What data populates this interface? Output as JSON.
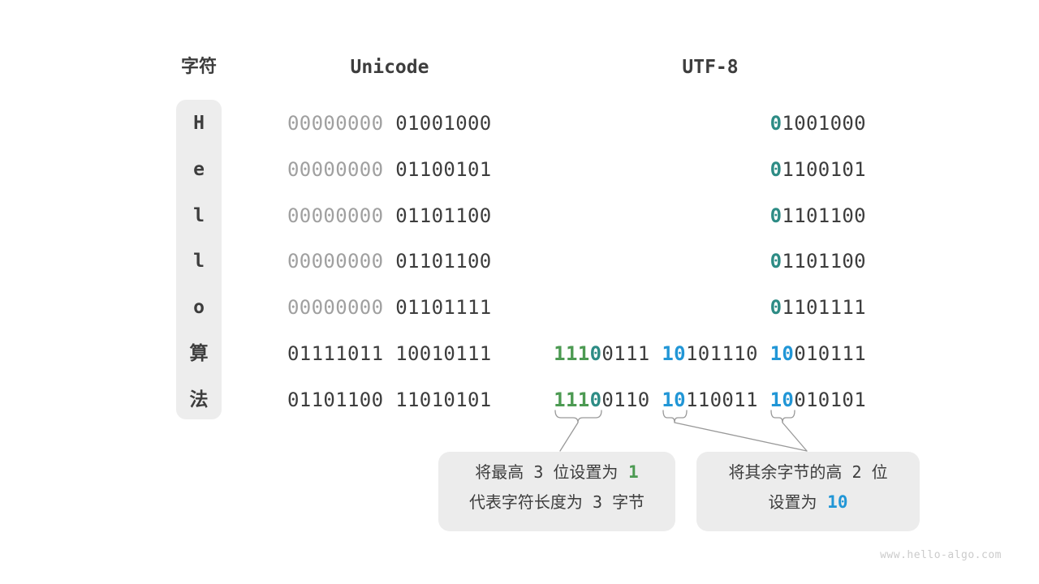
{
  "palette": {
    "dark": "#3d3d3d",
    "gray": "#a0a0a0",
    "green": "#4c9a52",
    "teal": "#2d8c85",
    "blue": "#2196d6",
    "box_bg": "#ececec",
    "col_bg": "#ededed",
    "line": "#999999",
    "watermark": "#cbcbcb"
  },
  "header": {
    "char_label": "字符",
    "unicode_label": "Unicode",
    "utf8_label": "UTF-8"
  },
  "rows": [
    {
      "char": "H",
      "unicode": [
        {
          "t": "00000000",
          "c": "gray"
        },
        {
          "t": " 01001000",
          "c": "dark"
        }
      ],
      "utf8": [
        {
          "t": "0",
          "c": "teal"
        },
        {
          "t": "1001000",
          "c": "dark"
        }
      ]
    },
    {
      "char": "e",
      "unicode": [
        {
          "t": "00000000",
          "c": "gray"
        },
        {
          "t": " 01100101",
          "c": "dark"
        }
      ],
      "utf8": [
        {
          "t": "0",
          "c": "teal"
        },
        {
          "t": "1100101",
          "c": "dark"
        }
      ]
    },
    {
      "char": "l",
      "unicode": [
        {
          "t": "00000000",
          "c": "gray"
        },
        {
          "t": " 01101100",
          "c": "dark"
        }
      ],
      "utf8": [
        {
          "t": "0",
          "c": "teal"
        },
        {
          "t": "1101100",
          "c": "dark"
        }
      ]
    },
    {
      "char": "l",
      "unicode": [
        {
          "t": "00000000",
          "c": "gray"
        },
        {
          "t": " 01101100",
          "c": "dark"
        }
      ],
      "utf8": [
        {
          "t": "0",
          "c": "teal"
        },
        {
          "t": "1101100",
          "c": "dark"
        }
      ]
    },
    {
      "char": "o",
      "unicode": [
        {
          "t": "00000000",
          "c": "gray"
        },
        {
          "t": " 01101111",
          "c": "dark"
        }
      ],
      "utf8": [
        {
          "t": "0",
          "c": "teal"
        },
        {
          "t": "1101111",
          "c": "dark"
        }
      ]
    },
    {
      "char": "算",
      "unicode": [
        {
          "t": "01111011 10010111",
          "c": "dark"
        }
      ],
      "utf8": [
        {
          "t": "111",
          "c": "green"
        },
        {
          "t": "0",
          "c": "teal"
        },
        {
          "t": "0111 ",
          "c": "dark"
        },
        {
          "t": "10",
          "c": "blue"
        },
        {
          "t": "101110 ",
          "c": "dark"
        },
        {
          "t": "10",
          "c": "blue"
        },
        {
          "t": "010111",
          "c": "dark"
        }
      ]
    },
    {
      "char": "法",
      "unicode": [
        {
          "t": "01101100 11010101",
          "c": "dark"
        }
      ],
      "utf8": [
        {
          "t": "111",
          "c": "green"
        },
        {
          "t": "0",
          "c": "teal"
        },
        {
          "t": "0110 ",
          "c": "dark"
        },
        {
          "t": "10",
          "c": "blue"
        },
        {
          "t": "110011 ",
          "c": "dark"
        },
        {
          "t": "10",
          "c": "blue"
        },
        {
          "t": "010101",
          "c": "dark"
        }
      ]
    }
  ],
  "notes": {
    "left": {
      "line1": [
        {
          "t": "将最高",
          "c": "txt"
        },
        {
          "t": " 3 ",
          "c": "num"
        },
        {
          "t": "位设置为",
          "c": "txt"
        },
        {
          "t": " 1",
          "c": "green"
        }
      ],
      "line2": [
        {
          "t": "代表字符长度为",
          "c": "txt"
        },
        {
          "t": " 3 ",
          "c": "num"
        },
        {
          "t": "字节",
          "c": "txt"
        }
      ]
    },
    "right": {
      "line1": [
        {
          "t": "将其余字节的高",
          "c": "txt"
        },
        {
          "t": " 2 ",
          "c": "num"
        },
        {
          "t": "位",
          "c": "txt"
        }
      ],
      "line2": [
        {
          "t": "设置为",
          "c": "txt"
        },
        {
          "t": " 10",
          "c": "blue"
        }
      ]
    }
  },
  "watermark": "www.hello-algo.com"
}
